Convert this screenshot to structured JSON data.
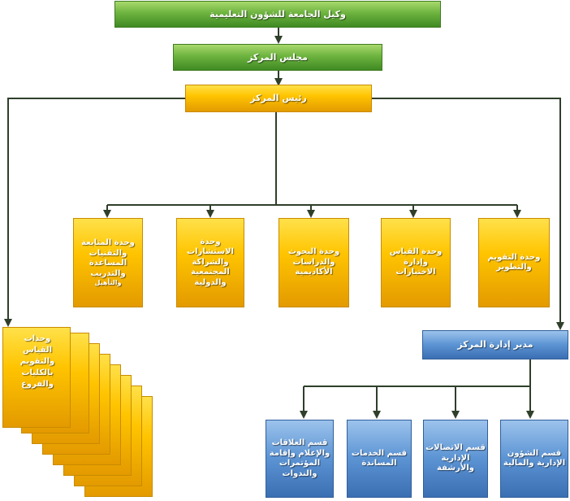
{
  "colors": {
    "green": "#6db33f",
    "yellow": "#ffc400",
    "blue": "#5b93d3",
    "connector": "#2f3f2a"
  },
  "top": {
    "vice_rector": "وكيل الجامعة للشؤون التعليمية",
    "council": "مجلس المركز",
    "head": "رئيس المركز"
  },
  "units": [
    "وحدة التقويم والتطوير",
    "وحدة القياس وإدارة الاختبارات",
    "وحدة البحوث والدراسات الأكاديمية",
    "وحدة الاستشارات والشراكة المجتمعية والدولية",
    "وحدة المتابعة والتقنيات المساعدة والتدريب"
  ],
  "units_last_sub": "والتأهيل",
  "branch_units": "وحدات القياس والتقويم بالكليات والفروع",
  "director": "مدير إدارة المركز",
  "departments": [
    "قسم الشؤون الإدارية والمالية",
    "قسم الاتصالات الإدارية والأرشفة",
    "قسم الخدمات المساندة",
    "قسم العلاقات والإعلام وإقامة المؤتمرات والندوات"
  ]
}
